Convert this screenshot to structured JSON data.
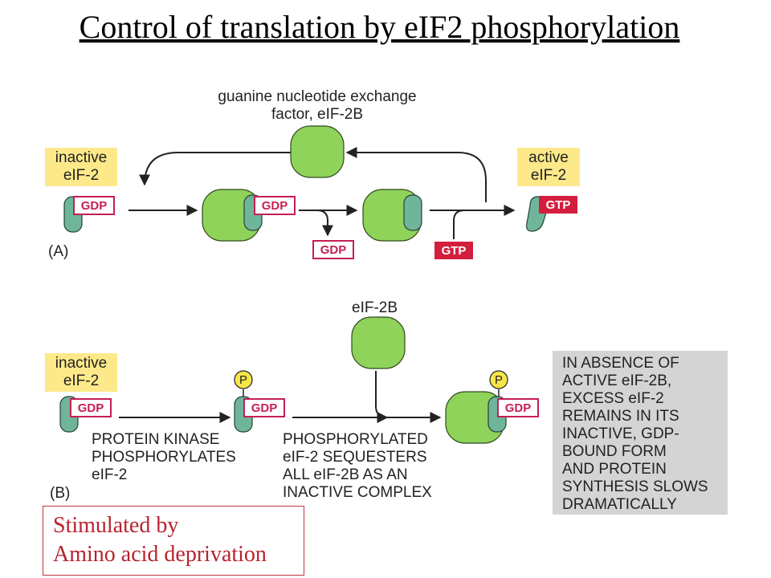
{
  "title": "Control of translation by eIF2 phosphorylation",
  "panel_a": {
    "gef_label_1": "guanine nucleotide exchange",
    "gef_label_2": "factor, eIF-2B",
    "inactive_1": "inactive",
    "inactive_2": "eIF-2",
    "active_1": "active",
    "active_2": "eIF-2",
    "gdp": "GDP",
    "gtp": "GTP",
    "panel_label": "(A)"
  },
  "panel_b": {
    "eif2b_label": "eIF-2B",
    "inactive_1": "inactive",
    "inactive_2": "eIF-2",
    "gdp": "GDP",
    "p": "P",
    "kinase_lines": [
      "PROTEIN KINASE",
      "PHOSPHORYLATES",
      "eIF-2"
    ],
    "sequester_lines": [
      "PHOSPHORYLATED",
      "eIF-2 SEQUESTERS",
      "ALL eIF-2B AS AN",
      "INACTIVE COMPLEX"
    ],
    "panel_label": "(B)",
    "note_lines": [
      "IN ABSENCE OF",
      "ACTIVE eIF-2B,",
      "EXCESS eIF-2",
      "REMAINS IN ITS",
      "INACTIVE, GDP-",
      "BOUND FORM",
      "AND PROTEIN",
      "SYNTHESIS SLOWS",
      "DRAMATICALLY"
    ]
  },
  "stimulus": {
    "line_1": "Stimulated by",
    "line_2": "Amino acid deprivation"
  },
  "colors": {
    "eif2b_green": "#8fd35a",
    "eif2_teal": "#6fb59a",
    "gdp_border": "#c51f52",
    "gtp_fill": "#d41e3e",
    "yellow_label": "#fde98a",
    "note_gray": "#d4d4d4",
    "phosphate_yellow": "#f7e64a"
  }
}
